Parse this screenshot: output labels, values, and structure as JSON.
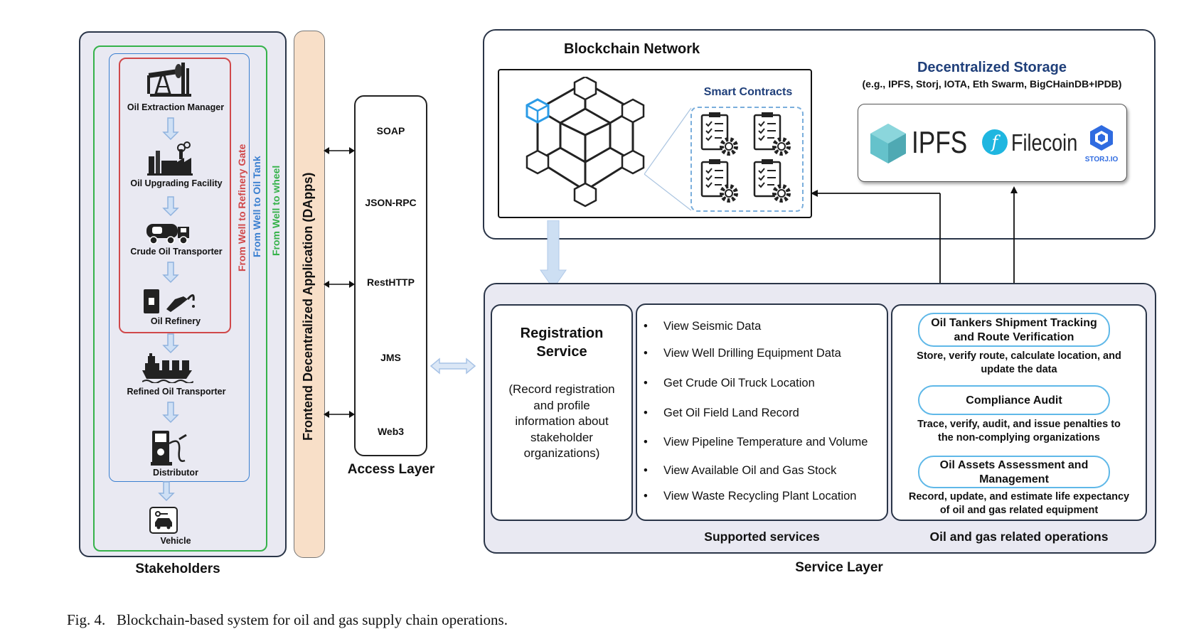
{
  "stakeholders": {
    "title": "Stakeholders",
    "items": [
      {
        "label": "Oil Extraction Manager",
        "icon": "oil-pump-icon"
      },
      {
        "label": "Oil Upgrading Facility",
        "icon": "factory-icon"
      },
      {
        "label": "Crude Oil Transporter",
        "icon": "tanker-truck-icon"
      },
      {
        "label": "Oil Refinery",
        "icon": "oil-barrel-fuel-nozzle-icon"
      },
      {
        "label": "Refined Oil Transporter",
        "icon": "cargo-ship-icon"
      },
      {
        "label": "Distributor",
        "icon": "fuel-pump-icon"
      },
      {
        "label": "Vehicle",
        "icon": "car-icon"
      }
    ],
    "scopes": {
      "red": "From Well to Refinery Gate",
      "blue": "From Well to Oil Tank",
      "green": "From Well to wheel"
    }
  },
  "dapps": {
    "label": "Frontend Decentralized Application (DApps)"
  },
  "access_layer": {
    "title": "Access Layer",
    "protocols": [
      "SOAP",
      "JSON-RPC",
      "RestHTTP",
      "JMS",
      "Web3"
    ]
  },
  "blockchain": {
    "title": "Blockchain Network",
    "smart_contracts": "Smart Contracts",
    "storage_title": "Decentralized Storage",
    "storage_examples": "(e.g., IPFS, Storj, IOTA, Eth Swarm, BigCHainDB+IPDB)",
    "logos": {
      "ipfs": "IPFS",
      "filecoin": "Filecoin",
      "storj": "STORJ.IO"
    }
  },
  "service_layer": {
    "title": "Service Layer",
    "registration": {
      "title_line1": "Registration",
      "title_line2": "Service",
      "desc_lines": [
        "(Record registration",
        "and profile",
        "information about",
        "stakeholder",
        "organizations)"
      ]
    },
    "supported_services": {
      "title": "Supported services",
      "bullet": "•",
      "items": [
        "View Seismic Data",
        "View Well Drilling Equipment Data",
        "Get Crude Oil Truck Location",
        "Get Oil Field Land Record",
        "View Pipeline Temperature and Volume",
        "View Available Oil and Gas Stock",
        "View Waste Recycling Plant Location"
      ]
    },
    "operations": {
      "title": "Oil and gas related operations",
      "items": [
        {
          "name_line1": "Oil Tankers Shipment Tracking",
          "name_line2": "and Route Verification",
          "desc_line1": "Store, verify route, calculate location, and",
          "desc_line2": "update the  data"
        },
        {
          "name_line1": "Compliance Audit",
          "name_line2": "",
          "desc_line1": "Trace, verify, audit, and issue penalties to",
          "desc_line2": "the non-complying organizations"
        },
        {
          "name_line1": "Oil Assets Assessment and",
          "name_line2": "Management",
          "desc_line1": "Record, update, and estimate life expectancy",
          "desc_line2": "of oil and gas related equipment"
        }
      ]
    }
  },
  "caption": "Fig. 4.   Blockchain-based system for oil and gas supply chain operations.",
  "colors": {
    "red_scope": "#d0484a",
    "blue_scope": "#3a7fd0",
    "green_scope": "#35b24a",
    "dapp_fill": "#f8dfc8",
    "layer_fill": "#e9e9f2",
    "storage_title": "#1f3f7a",
    "smart_contract_title": "#1f3f7a",
    "pill_border": "#5fb8e8",
    "arrow_light": "#b9d1ee"
  }
}
